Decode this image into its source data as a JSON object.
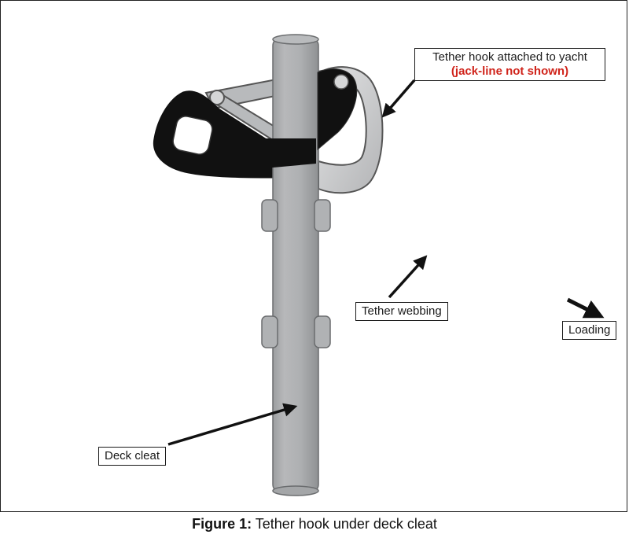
{
  "labels": {
    "tether_hook_line1": "Tether hook attached to yacht",
    "tether_hook_line2": "(jack-line not shown)",
    "tether_webbing": "Tether webbing",
    "loading": "Loading",
    "deck_cleat": "Deck cleat"
  },
  "caption": {
    "prefix": "Figure 1:",
    "text": " Tether hook under deck cleat"
  },
  "colors": {
    "warning_text": "#d0241b",
    "cleat_gray": "#a9abad",
    "hook_black": "#111111",
    "gate_silver": "#c9cacc"
  }
}
